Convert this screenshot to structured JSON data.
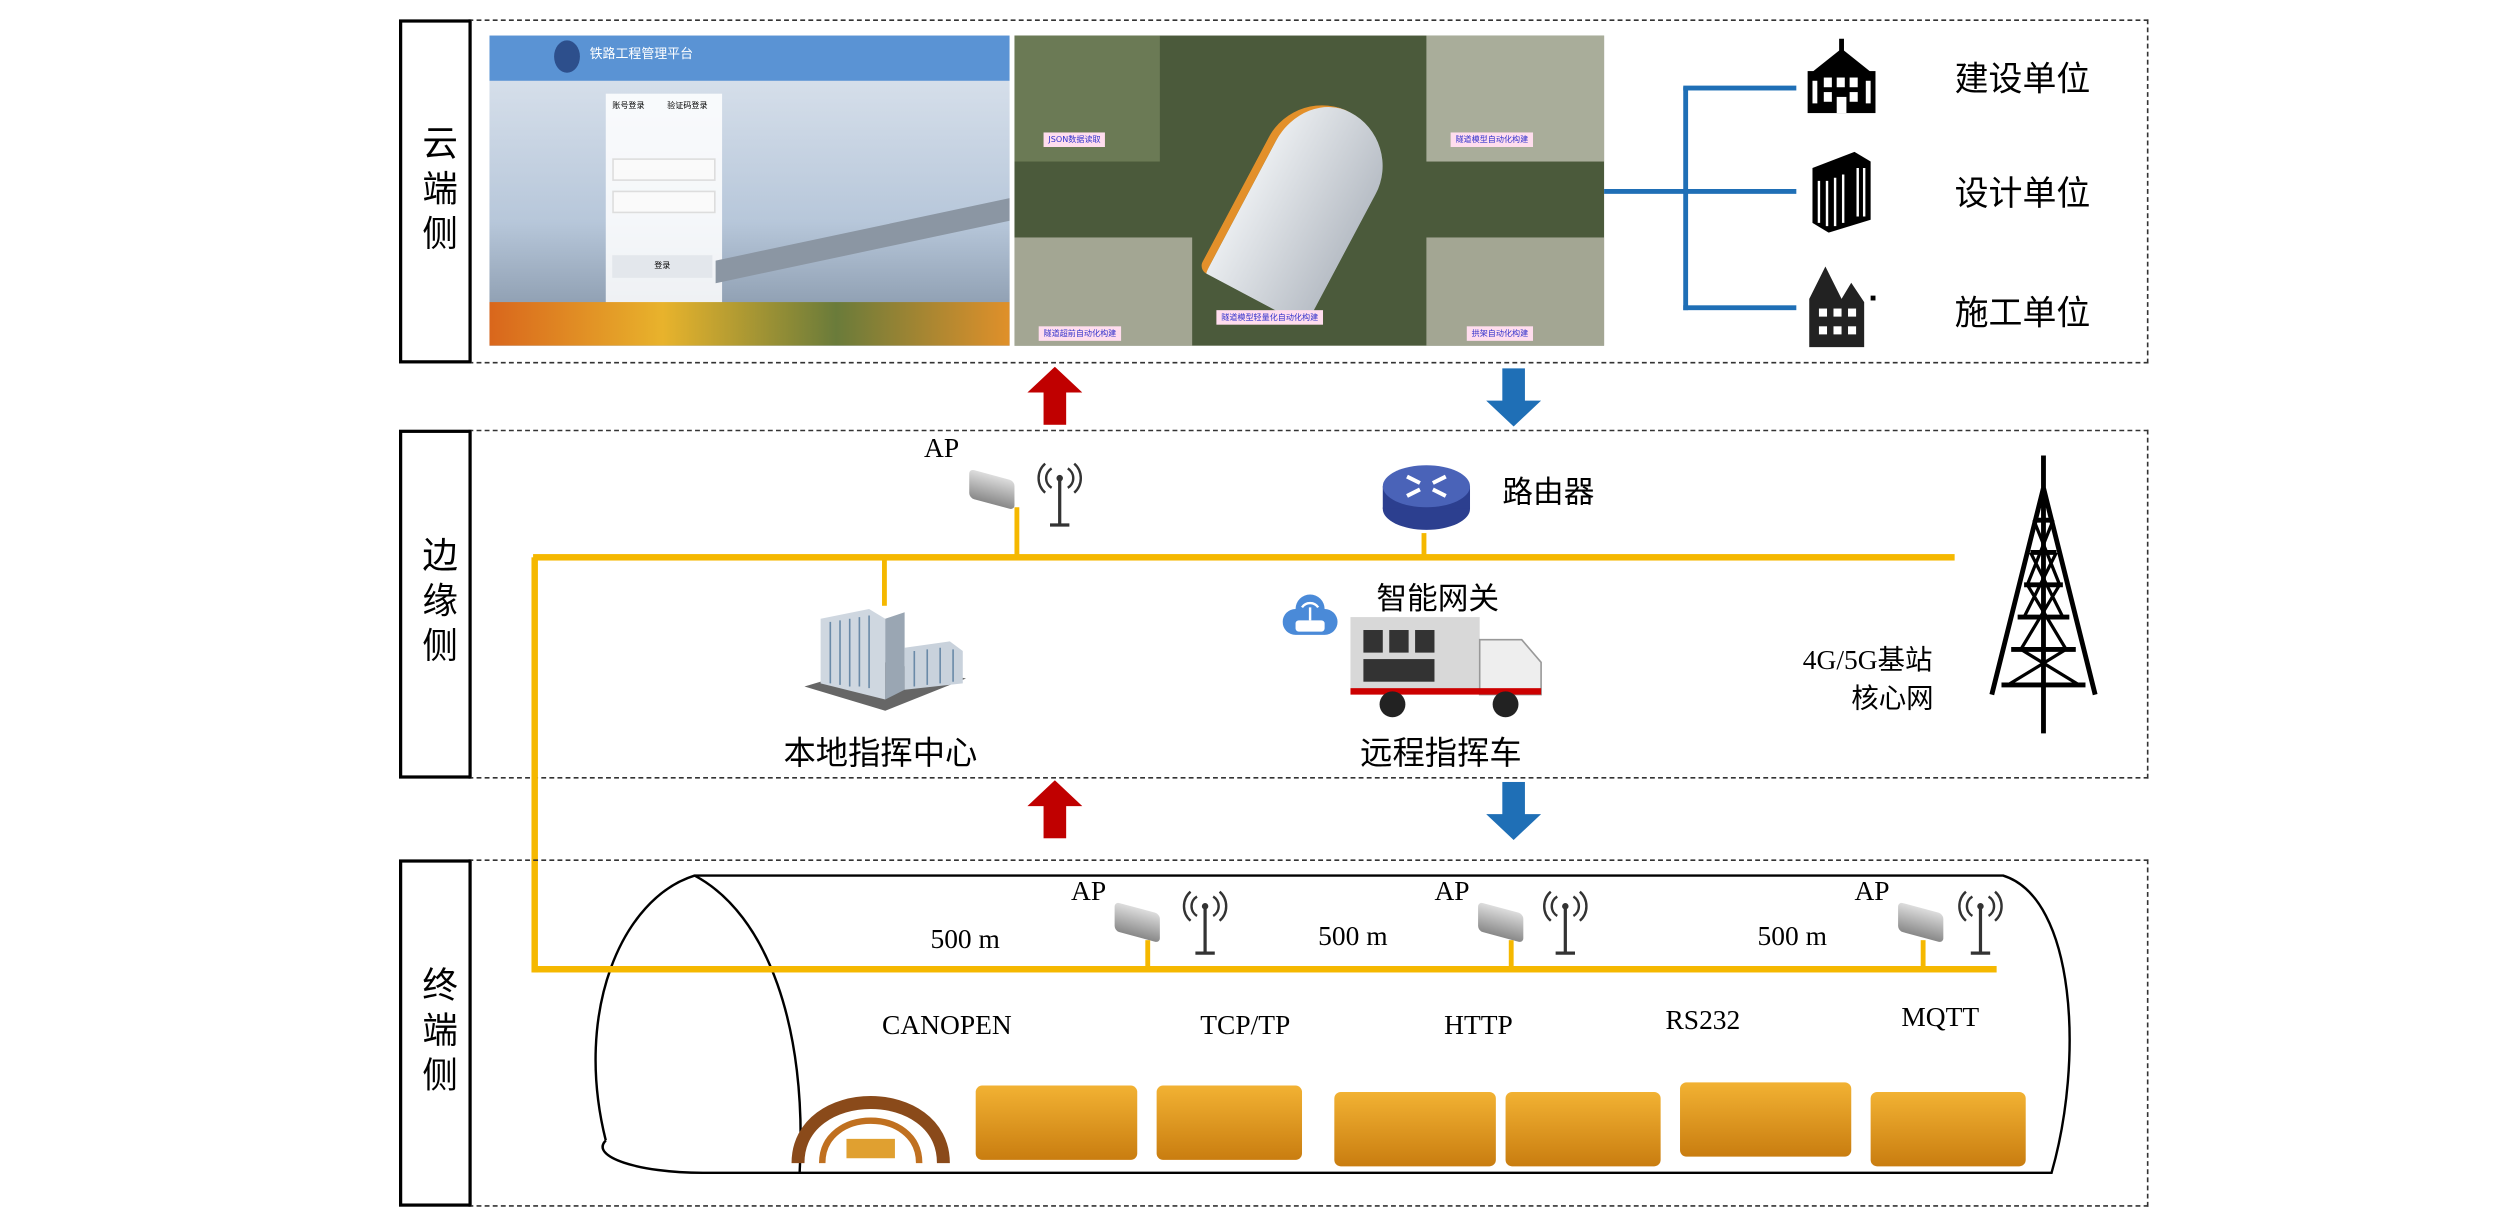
{
  "rows": {
    "cloud": {
      "label": "云端侧"
    },
    "edge": {
      "label": "边缘侧"
    },
    "terminal": {
      "label": "终端侧"
    }
  },
  "cloud": {
    "login_screen": {
      "title": "铁路工程管理平台",
      "tabs": [
        "账号登录",
        "验证码登录"
      ],
      "login_button": "登录"
    },
    "model_screen": {
      "captions": [
        "JSON数据读取",
        "隧道模型自动化构建",
        "隧道模型轻量化自动化构建",
        "隧道超前自动化构建",
        "拱架自动化构建"
      ]
    },
    "units": [
      {
        "label": "建设单位",
        "icon": "school-building-icon"
      },
      {
        "label": "设计单位",
        "icon": "office-tower-icon"
      },
      {
        "label": "施工单位",
        "icon": "house-icon"
      }
    ]
  },
  "edge": {
    "ap_label": "AP",
    "router_label": "路由器",
    "gateway_label": "智能网关",
    "command_center_label": "本地指挥中心",
    "command_vehicle_label": "远程指挥车",
    "base_station_label_1": "4G/5G基站",
    "base_station_label_2": "核心网"
  },
  "terminal": {
    "aps": [
      "AP",
      "AP",
      "AP"
    ],
    "distances": [
      "500 m",
      "500 m",
      "500 m"
    ],
    "protocols": [
      "CANOPEN",
      "TCP/TP",
      "HTTP",
      "RS232",
      "MQTT"
    ]
  },
  "colors": {
    "uplink": "#c00000",
    "downlink": "#1f6fb6",
    "bus": "#f5b800",
    "tree": "#1f6fb6"
  }
}
